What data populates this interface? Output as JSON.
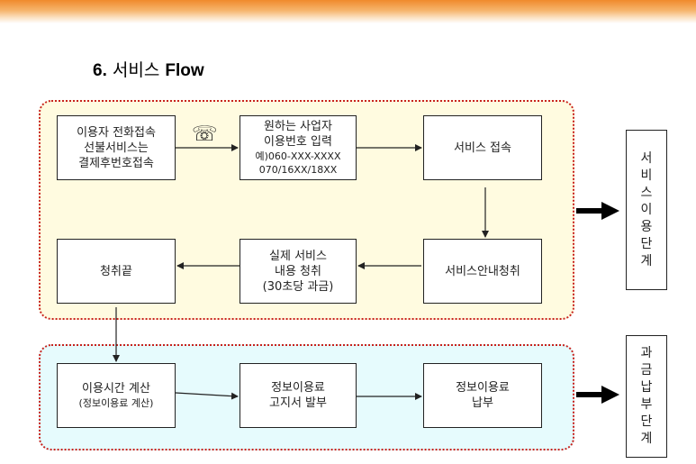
{
  "section_title": {
    "number": "6.",
    "korean": "서비스",
    "english": "Flow"
  },
  "groups": {
    "service_use": "",
    "billing": ""
  },
  "steps": {
    "call_access": {
      "lines": [
        "이용자 전화접속",
        "선불서비스는",
        "결제후번호접속"
      ]
    },
    "enter_number": {
      "lines": [
        "원하는 사업자",
        "이용번호 입력"
      ],
      "sub_lines": [
        "예)060-XXX-XXXX",
        "070/16XX/18XX"
      ]
    },
    "service_connect": {
      "lines": [
        "서비스 접속"
      ]
    },
    "service_guide": {
      "lines": [
        "서비스안내청취"
      ]
    },
    "actual_service": {
      "lines": [
        "실제 서비스",
        "내용 청취",
        "(30초당 과금)"
      ]
    },
    "listen_end": {
      "lines": [
        "청취끝"
      ]
    },
    "calc_time": {
      "lines": [
        "이용시간 계산"
      ],
      "sub_lines": [
        "(정보이용료 계산)"
      ]
    },
    "issue_notice": {
      "lines": [
        "정보이용료",
        "고지서 발부"
      ]
    },
    "pay_fee": {
      "lines": [
        "정보이용료",
        "납부"
      ]
    }
  },
  "phone_icon": {
    "name": "telephone-icon",
    "glyph": "☏"
  },
  "stage_labels": {
    "use": [
      "서",
      "비",
      "스",
      "이",
      "용",
      "단",
      "계"
    ],
    "billing": [
      "과",
      "금",
      "납",
      "부",
      "단",
      "계"
    ]
  },
  "colors": {
    "group_border": "#c8231e",
    "use_bg": "#fffbe0",
    "billing_bg": "#e6fbfd",
    "header_orange": "#f08a2c"
  }
}
